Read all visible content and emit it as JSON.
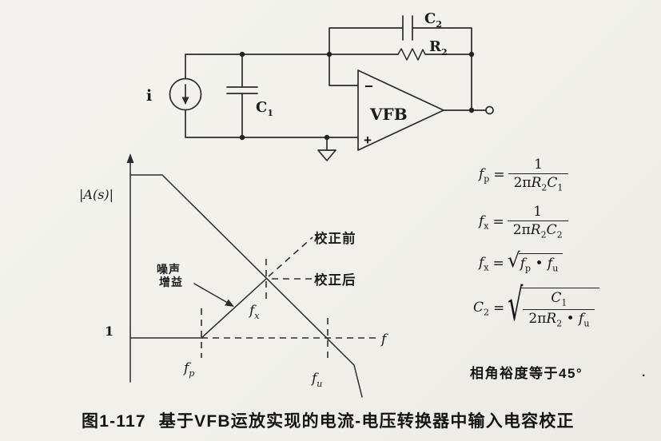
{
  "colors": {
    "ink": "#2b2b2b",
    "paper": "#f2f1ec"
  },
  "circuit": {
    "source_label": "i",
    "c1": [
      "C",
      "1"
    ],
    "c2": [
      "C",
      "2"
    ],
    "r2": [
      "R",
      "2"
    ],
    "opamp": "VFB",
    "minus": "−",
    "plus": "+"
  },
  "plot": {
    "y_label": "|A(s)|",
    "unity": "1",
    "noise_gain_line1": "噪声",
    "noise_gain_line2": "增益",
    "before": "校正前",
    "after": "校正后",
    "fx": [
      "f",
      "x"
    ],
    "fp": [
      "f",
      "p"
    ],
    "fu": [
      "f",
      "u"
    ],
    "f": "f"
  },
  "formulas": {
    "f1": {
      "lhs": "f",
      "sub": "p",
      "eq": "=",
      "num": "1",
      "den_pre": "2π",
      "den_r": "R",
      "den_r_sub": "2",
      "den_c": "C",
      "den_c_sub": "1"
    },
    "f2": {
      "lhs": "f",
      "sub": "x",
      "eq": "=",
      "num": "1",
      "den_pre": "2π",
      "den_r": "R",
      "den_r_sub": "2",
      "den_c": "C",
      "den_c_sub": "2"
    },
    "f3": {
      "lhs": "f",
      "sub": "x",
      "eq": "=",
      "radical": "√",
      "a": "f",
      "a_sub": "p",
      "dot": "•",
      "b": "f",
      "b_sub": "u"
    },
    "f4": {
      "lhs": "C",
      "sub": "2",
      "eq": "=",
      "radical": "√",
      "num": "C",
      "num_sub": "1",
      "den_pre": "2π",
      "den_r": "R",
      "den_r_sub": "2",
      "dot": "•",
      "den_f": "f",
      "den_f_sub": "u"
    },
    "phase_note": "相角裕度等于45°",
    "stray_mark": "."
  },
  "caption": {
    "fig": "图1-117",
    "text": "基于VFB运放实现的电流-电压转换器中输入电容校正"
  }
}
